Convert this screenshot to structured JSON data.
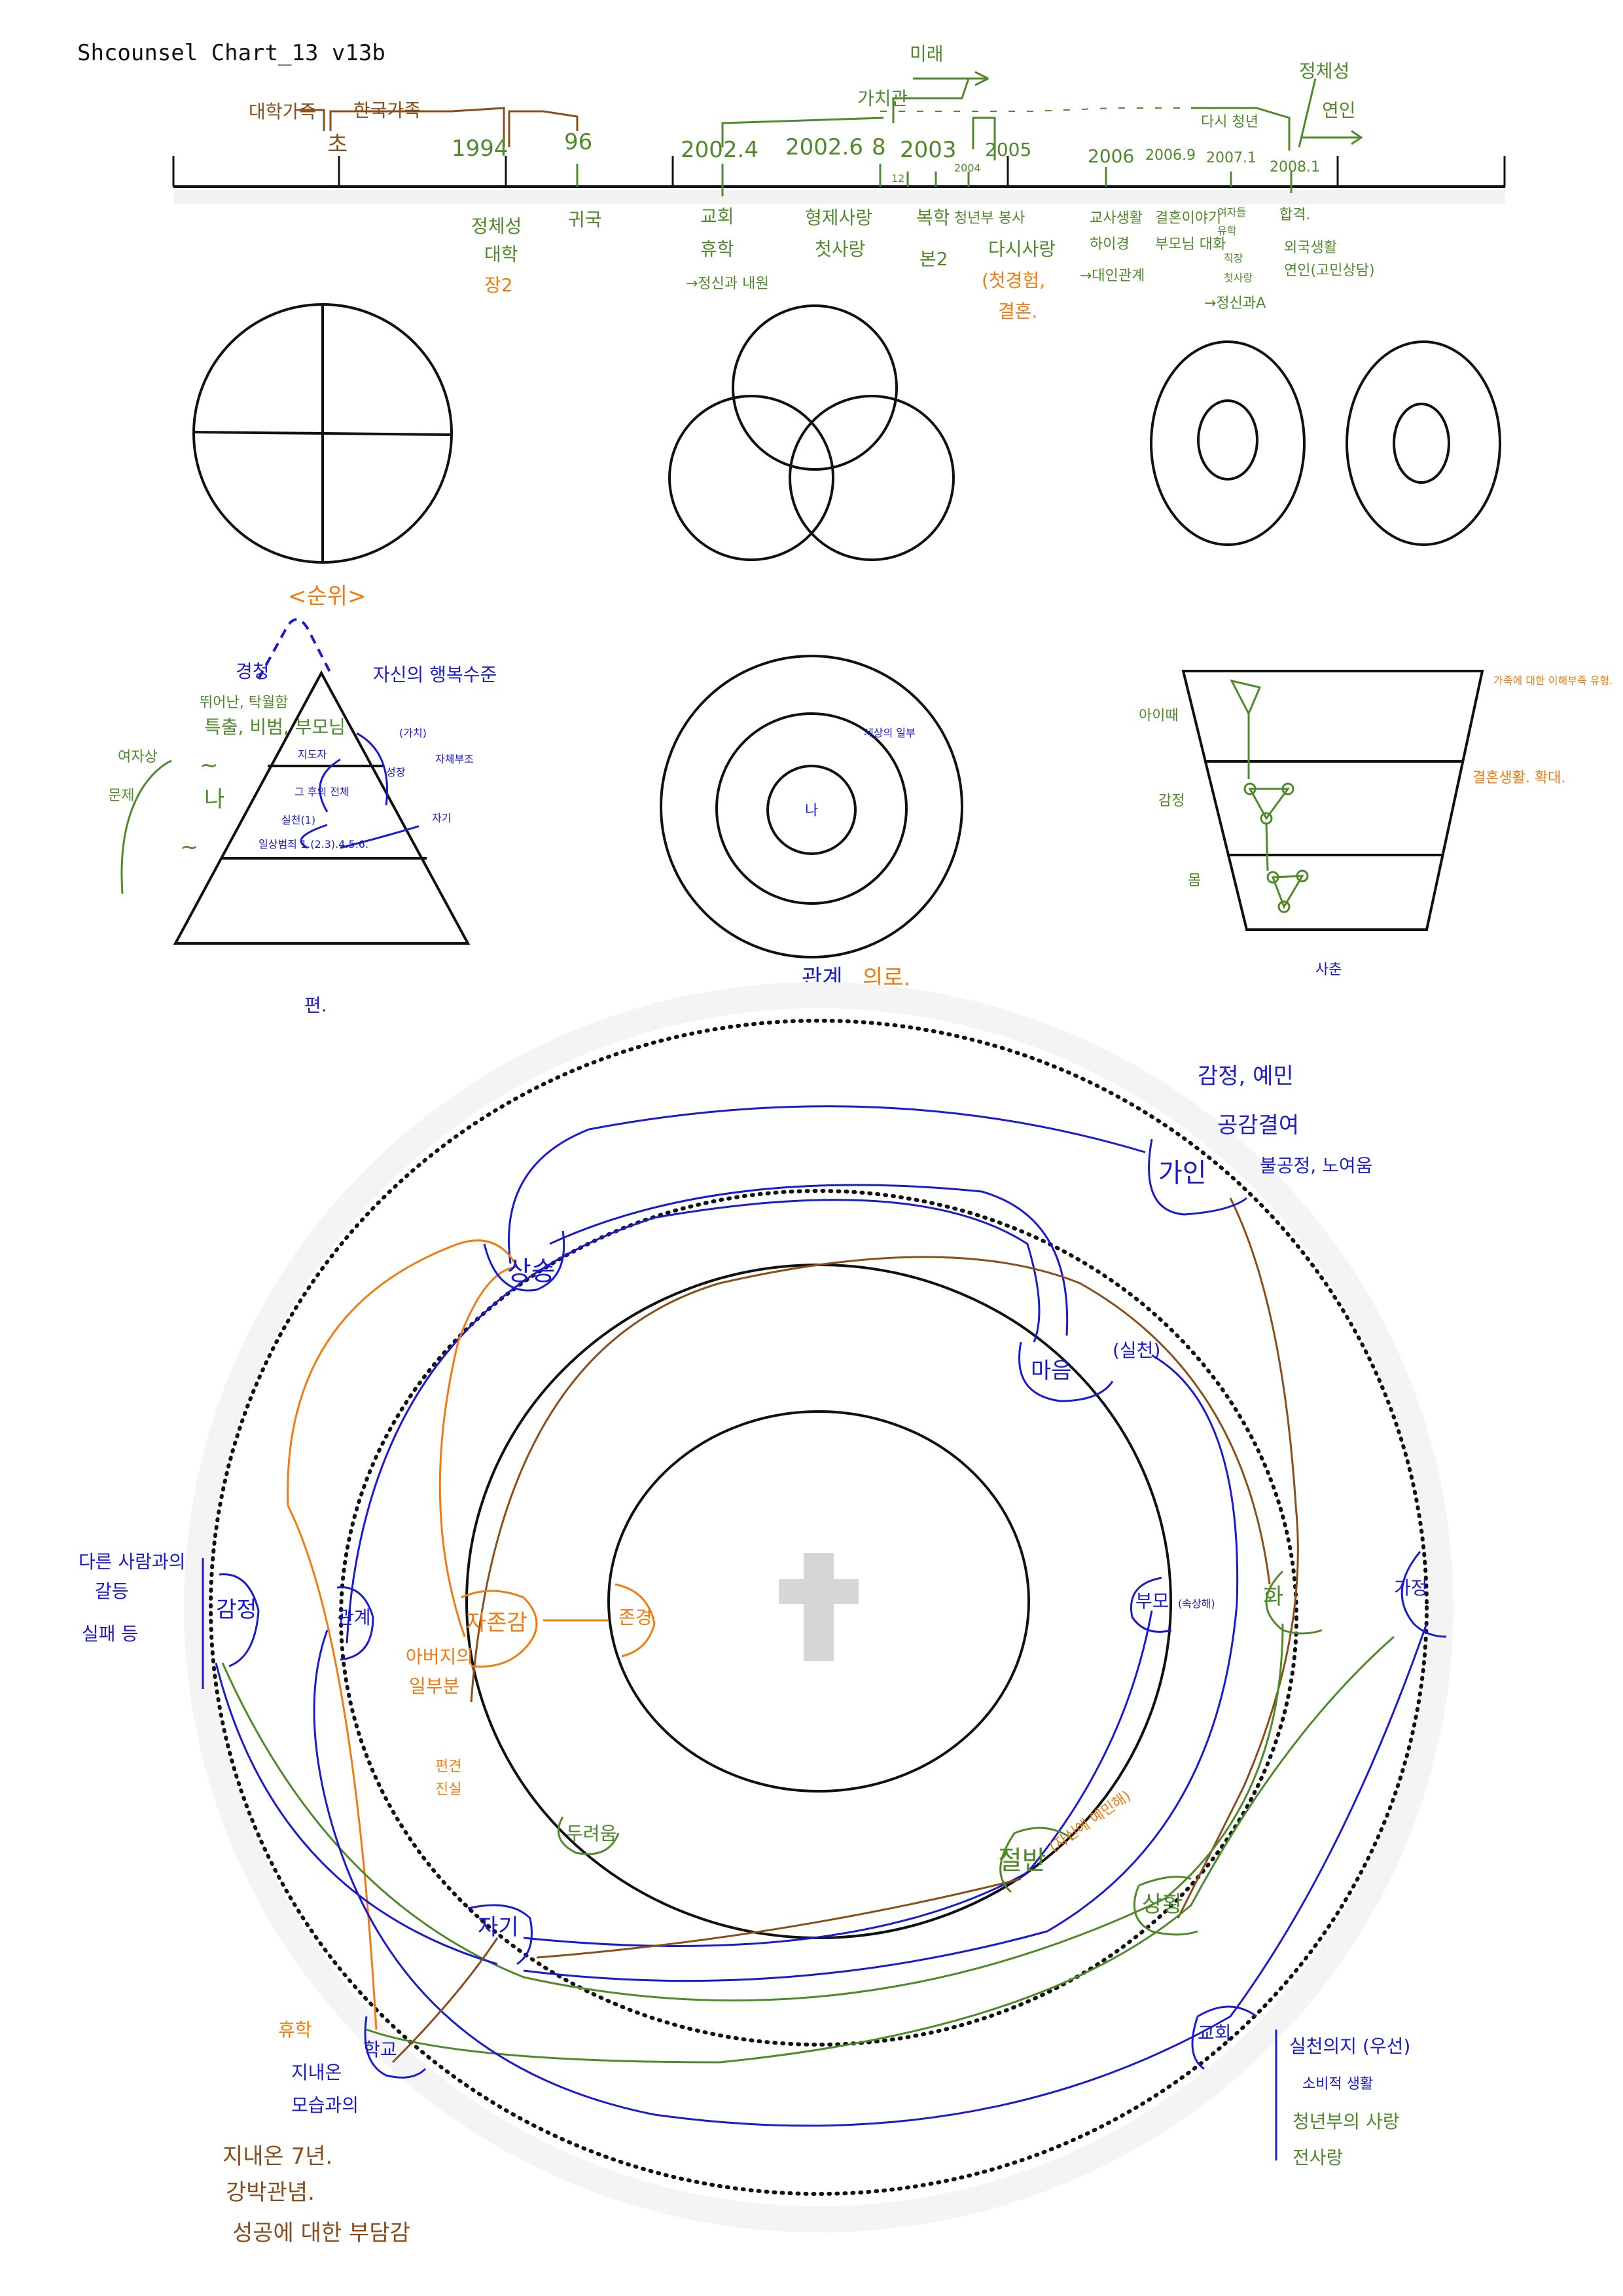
{
  "title": "Shcounsel Chart_13 v13b",
  "colors": {
    "green": "#4f8a2a",
    "blue": "#1a1ad0",
    "orange": "#f07c10",
    "brown": "#8a4e1a",
    "cross": "#d6d6d6"
  },
  "timeline": {
    "above": {
      "family_college": "대학가족",
      "family_korea": "한국가족",
      "future": "미래",
      "values": "가치관",
      "young_again": "다시 청년",
      "identity": "정체성",
      "lover": "연인"
    },
    "dates": {
      "early": "초",
      "d1994": "1994",
      "d96": "96",
      "d2002_4": "2002.4",
      "d2002_6": "2002.6",
      "d8": "8",
      "d2003": "2003",
      "d2004": "2004",
      "d2005": "2005",
      "d2006": "2006",
      "d2006_9": "2006.9",
      "d2007_1": "2007.1",
      "d2008_1": "2008.1",
      "d12": "12"
    },
    "below": {
      "identity": "정체성",
      "college": "대학",
      "chapter2": "장2",
      "return_home": "귀국",
      "church": "교회",
      "leave": "휴학",
      "psychiatry": "→정신과 내원",
      "brother_love": "형제사랑",
      "first_love": "첫사랑",
      "return_school": "복학",
      "bon2": "본2",
      "youth_service": "청년부 봉사",
      "love_again": "다시사랑",
      "first_exp": "(첫경험,",
      "marriage": "결혼.",
      "teacher": "교사생활",
      "haigyeong": "하이경",
      "interpersonal": "→대인관계",
      "marriage_talk": "결혼이야기",
      "parents_talk": "부모님 대화",
      "woman": "여자들",
      "study_abroad": "유학",
      "job": "직장",
      "first_love2": "첫사랑",
      "psych_a": "→정신과A",
      "confess": "합격.",
      "study": "외국생활",
      "lover_note": "연인(고민상담)"
    }
  },
  "pyramid": {
    "heading": "<순위>",
    "listen": "경청",
    "excellent": "뛰어난, 탁월함",
    "outstanding": "특출, 비범, 부모님",
    "woman_image": "여자상",
    "problem": "문제",
    "me": "나",
    "wave1": "~",
    "wave2": "~",
    "happiness": "자신의 행복수준",
    "value": "(가치)",
    "leader": "지도자",
    "self_help": "자체부조",
    "growth": "성장",
    "total": "그 후의 전체",
    "practice": "실천(1)",
    "daily": "일상범죄 1.(2.3).4.5.6.",
    "self": "자기",
    "caption": "편."
  },
  "concentric": {
    "center": "나",
    "note": "세상의 일부",
    "caption_relation": "관계,",
    "caption_meaning": "의로."
  },
  "trapezoid": {
    "childhood": "아이때",
    "emotion": "감정",
    "body": "몸",
    "caption": "사춘",
    "family_note": "가족에 대한 이해부족 유형.",
    "marriage_note": "결혼생활. 확대."
  },
  "circle": {
    "rise": "상승",
    "heart": "마음",
    "practice": "(실천)",
    "cain": "가인",
    "cain_notes": [
      "감정, 예민",
      "공감결여",
      "불공정, 노여움"
    ],
    "anger": "화",
    "home": "가정",
    "parents": "부모",
    "sad": "(속상해)",
    "half": "절반",
    "sensitive": "(자신에 예민해)",
    "situation": "상황",
    "church": "교회",
    "church_notes": [
      "실천의지 (우선)",
      "소비적 생활",
      "청년부의 사랑",
      "전사랑"
    ],
    "emotion": "감정",
    "emotion_notes": [
      "다른 사람과의",
      "갈등",
      "실패 등"
    ],
    "relation": "관계",
    "self_esteem": "자존감",
    "respect": "존경",
    "father_part": [
      "아버지의",
      "일부분"
    ],
    "prejudice": [
      "편견",
      "진실"
    ],
    "fear": "두려움",
    "self": "자기",
    "school": "학교",
    "leave": "휴학",
    "school_notes": [
      "지내온",
      "모습과의"
    ],
    "bottom_notes": [
      "지내온 7년.",
      "강박관념.",
      "성공에 대한 부담감"
    ]
  }
}
